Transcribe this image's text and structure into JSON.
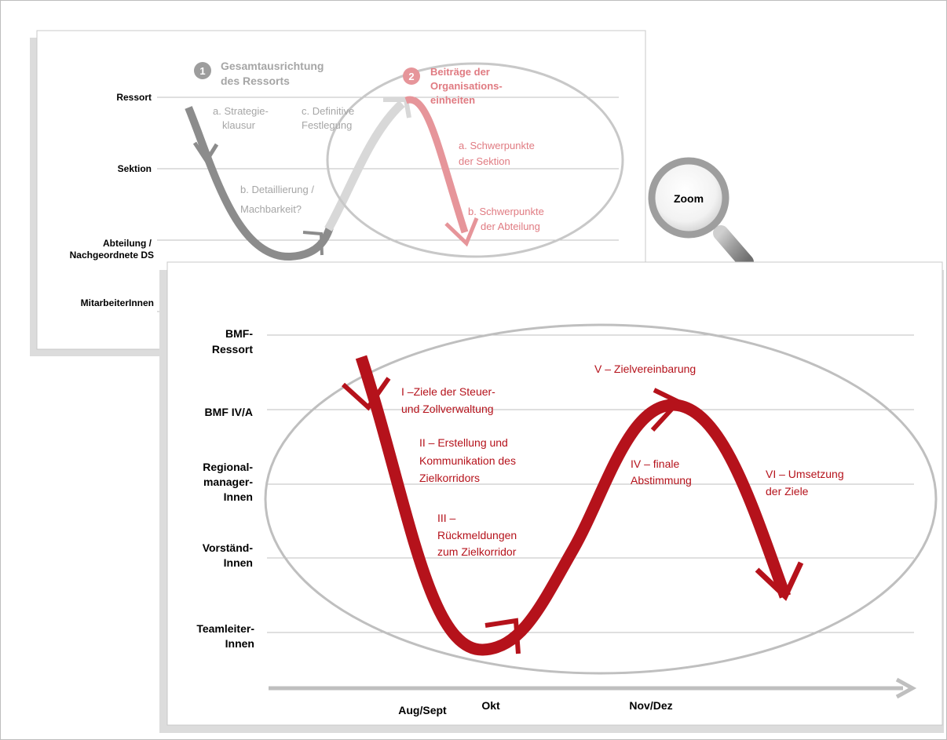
{
  "colors": {
    "accent_red": "#b5121b",
    "grey_curve": "#8c8c8c",
    "light_grey_curve": "#d9d9d9",
    "pink_curve": "#e6959a",
    "pink_text": "#e07b82",
    "grey_text": "#a6a6a6",
    "badge_grey": "#9d9d9d",
    "grid_line": "#bfbfbf"
  },
  "back_panel": {
    "levels": [
      "Ressort",
      "Sektion",
      "Abteilung /",
      "Nachgeordnete DS",
      "MitarbeiterInnen"
    ],
    "step1": {
      "badge": "1",
      "title_line1": "Gesamtausrichtung",
      "title_line2": "des Ressorts"
    },
    "step2": {
      "badge": "2",
      "title_line1": "Beiträge der",
      "title_line2": "Organisations-",
      "title_line3": "einheiten"
    },
    "labels": {
      "a_strategy_1": "a. Strategie-",
      "a_strategy_2": "klausur",
      "c_definitive_1": "c. Definitive",
      "c_definitive_2": "Festlegung",
      "b_detail_1": "b. Detaillierung /",
      "b_detail_2": "Machbarkeit?",
      "a_focus_1": "a. Schwerpunkte",
      "a_focus_2": "der Sektion",
      "b_focus_1": "b. Schwerpunkte",
      "b_focus_2": "der Abteilung"
    }
  },
  "zoom": {
    "label": "Zoom",
    "icon": "magnifier-icon"
  },
  "front_panel": {
    "levels": {
      "bmf_ressort_1": "BMF-",
      "bmf_ressort_2": "Ressort",
      "bmf_iva": "BMF IV/A",
      "regional_1": "Regional-",
      "regional_2": "manager-",
      "regional_3": "Innen",
      "vorstand_1": "Vorständ-",
      "vorstand_2": "Innen",
      "team_1": "Teamleiter-",
      "team_2": "Innen"
    },
    "steps": {
      "s1_1": "I –Ziele der Steuer-",
      "s1_2": "und Zollverwaltung",
      "s2_1": "II – Erstellung und",
      "s2_2": "Kommunikation des",
      "s2_3": "Zielkorridors",
      "s3_1": "III –",
      "s3_2": "Rückmeldungen",
      "s3_3": "zum Zielkorridor",
      "s4_1": "IV – finale",
      "s4_2": "Abstimmung",
      "s5": "V – Zielvereinbarung",
      "s6_1": "VI – Umsetzung",
      "s6_2": "der Ziele"
    },
    "timeline": {
      "t1": "Aug/Sept",
      "t2": "Okt",
      "t3": "Nov/Dez"
    }
  }
}
